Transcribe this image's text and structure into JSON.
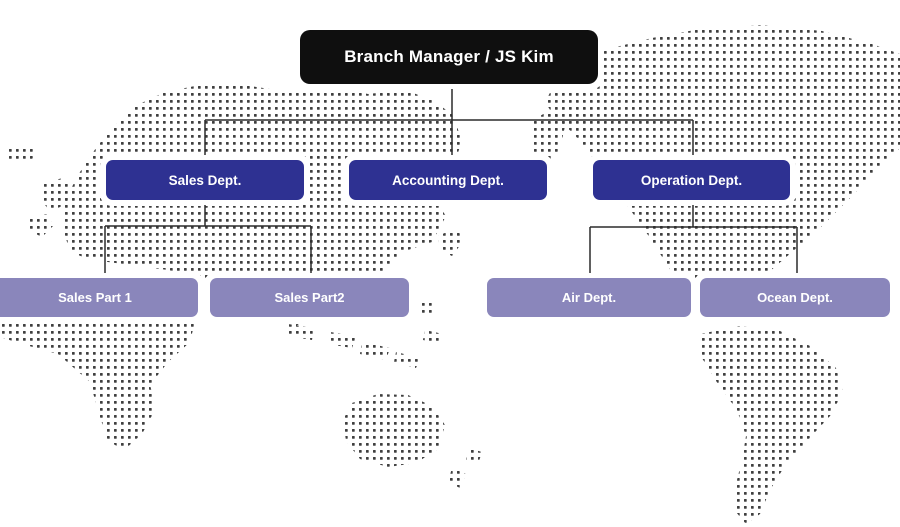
{
  "org_chart": {
    "title_hint": "branch organization chart",
    "root": {
      "label": "Branch Manager / JS Kim"
    },
    "departments": [
      {
        "label": "Sales Dept.",
        "children": [
          {
            "label": "Sales Part 1"
          },
          {
            "label": "Sales Part2"
          }
        ]
      },
      {
        "label": "Accounting Dept.",
        "children": []
      },
      {
        "label": "Operation Dept.",
        "children": [
          {
            "label": "Air Dept."
          },
          {
            "label": "Ocean Dept."
          }
        ]
      }
    ],
    "colors": {
      "root_box": "#0f0f0f",
      "department_box": "#2e3192",
      "sub_department_box": "#8a86bb",
      "box_text": "#ffffff",
      "connector_line": "#2b2b2b",
      "map_dot": "#3f3f3f",
      "background": "#ffffff"
    },
    "background_map": {
      "name": "dotted-world-map"
    }
  }
}
